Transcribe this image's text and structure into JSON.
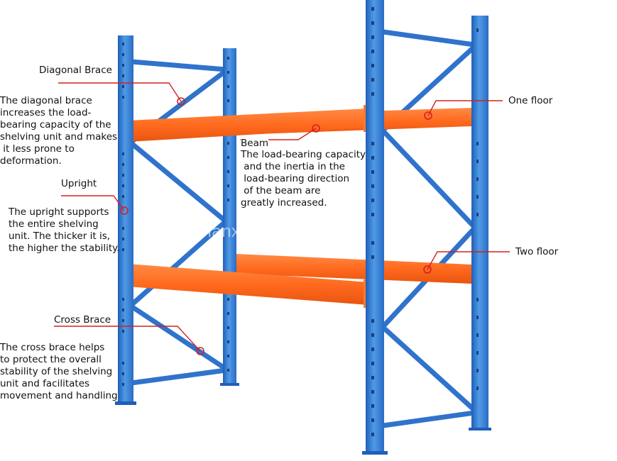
{
  "labels": {
    "diagonal_brace": {
      "title": "Diagonal Brace",
      "description": "The diagonal brace\nincreases the load-\nbearing capacity of the\nshelving unit and makes\n it less prone to\ndeformation."
    },
    "upright": {
      "title": "Upright",
      "description": "The upright supports\nthe entire shelving\nunit. The thicker it is,\nthe higher the stability."
    },
    "cross_brace": {
      "title": "Cross Brace",
      "description": "The cross brace helps\nto protect the overall\nstability of the shelving\nunit and facilitates\nmovement and handling"
    },
    "beam": {
      "title": "Beam",
      "description": "The load-bearing capacity\n and the inertia in the\n load-bearing direction\n of the beam are\ngreatly increased."
    },
    "one_floor": {
      "title": "One floor"
    },
    "two_floor": {
      "title": "Two floor"
    }
  },
  "watermark": "shanxihuaxin.com",
  "colors": {
    "upright_blue": "#2f73cc",
    "upright_light": "#4f9ae6",
    "beam_orange": "#ff6a1e",
    "beam_light": "#ff8a45",
    "leader_red": "#d42020"
  }
}
